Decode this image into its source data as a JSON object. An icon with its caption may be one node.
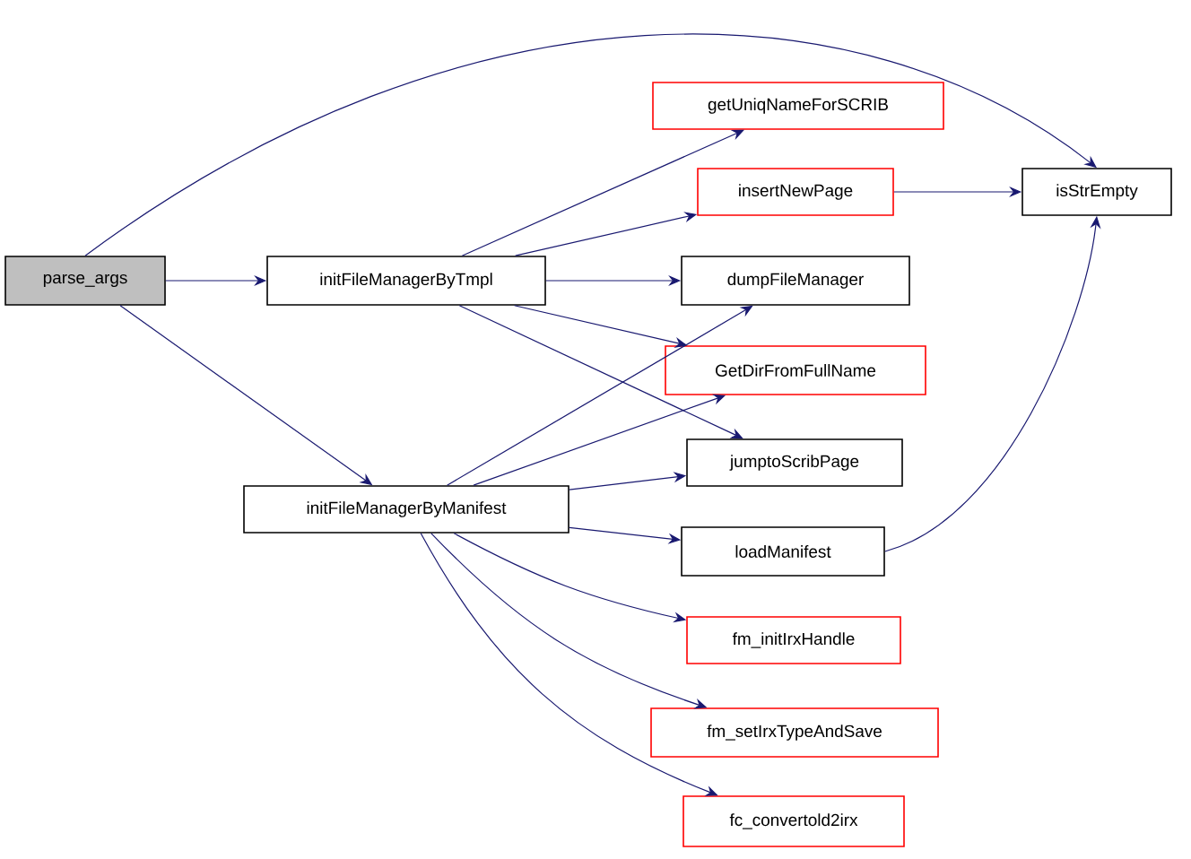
{
  "diagram": {
    "nodes": [
      {
        "text": [
          "parse_args"
        ]
      },
      {
        "text": [
          "initFileManagerByTmpl"
        ]
      },
      {
        "text": [
          "initFileManagerByManifest"
        ]
      },
      {
        "text": [
          "getUniqNameForSCRIB"
        ]
      },
      {
        "text": [
          "insertNewPage"
        ]
      },
      {
        "text": [
          "dumpFileManager"
        ]
      },
      {
        "text": [
          "GetDirFromFullName"
        ]
      },
      {
        "text": [
          "jumptoScribPage"
        ]
      },
      {
        "text": [
          "loadManifest"
        ]
      },
      {
        "text": [
          "fm_initIrxHandle"
        ]
      },
      {
        "text": [
          "fm_setIrxTypeAndSave"
        ]
      },
      {
        "text": [
          "fc_convertold2irx"
        ]
      },
      {
        "text": [
          "isStrEmpty"
        ]
      }
    ],
    "edges": [
      {
        "from": 0,
        "to": 12,
        "arrow": "to"
      },
      {
        "from": 0,
        "to": 1,
        "arrow": "to"
      },
      {
        "from": 0,
        "to": 2,
        "arrow": "to"
      },
      {
        "from": 1,
        "to": 3,
        "arrow": "to"
      },
      {
        "from": 1,
        "to": 4,
        "arrow": "to"
      },
      {
        "from": 1,
        "to": 5,
        "arrow": "to"
      },
      {
        "from": 1,
        "to": 6,
        "arrow": "to"
      },
      {
        "from": 1,
        "to": 7,
        "arrow": "to"
      },
      {
        "from": 2,
        "to": 5,
        "arrow": "to"
      },
      {
        "from": 2,
        "to": 6,
        "arrow": "to"
      },
      {
        "from": 2,
        "to": 7,
        "arrow": "to"
      },
      {
        "from": 2,
        "to": 8,
        "arrow": "to"
      },
      {
        "from": 2,
        "to": 9,
        "arrow": "to"
      },
      {
        "from": 2,
        "to": 10,
        "arrow": "to"
      },
      {
        "from": 2,
        "to": 11,
        "arrow": "to"
      },
      {
        "from": 4,
        "to": 12,
        "arrow": "to"
      },
      {
        "from": 8,
        "to": 12,
        "arrow": "to"
      }
    ]
  }
}
